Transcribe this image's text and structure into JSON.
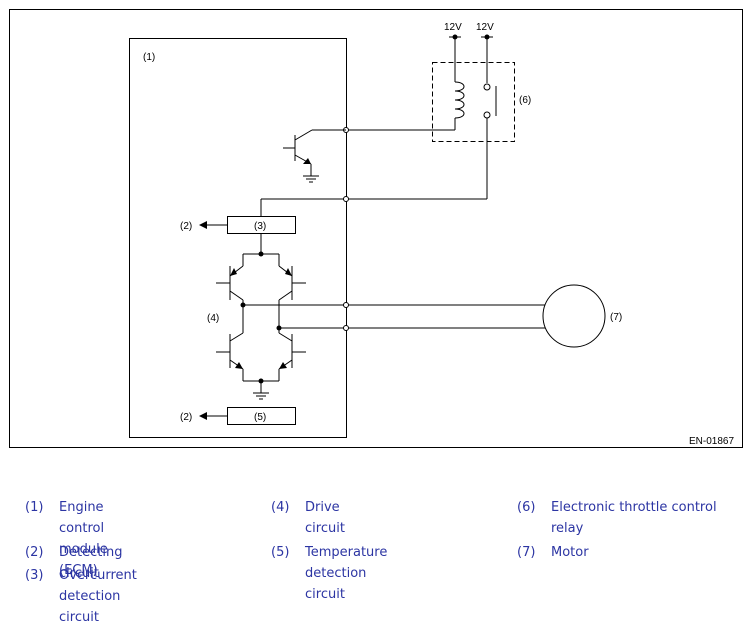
{
  "diagram": {
    "labels": {
      "ecm": "(1)",
      "detect_a": "(2)",
      "detect_b": "(2)",
      "overcurrent": "(3)",
      "drive": "(4)",
      "temperature": "(5)",
      "relay": "(6)",
      "motor": "(7)",
      "supply_coil": "12V",
      "supply_contact": "12V"
    },
    "figure_id": "EN-01867"
  },
  "legend": [
    {
      "num": "(1)",
      "text": "Engine control module (ECM)"
    },
    {
      "num": "(2)",
      "text": "Detecting circuit"
    },
    {
      "num": "(3)",
      "text": "Overcurrent detection circuit"
    },
    {
      "num": "(4)",
      "text": "Drive circuit"
    },
    {
      "num": "(5)",
      "text": "Temperature detection circuit"
    },
    {
      "num": "(6)",
      "text": "Electronic throttle control relay"
    },
    {
      "num": "(7)",
      "text": "Motor"
    }
  ]
}
